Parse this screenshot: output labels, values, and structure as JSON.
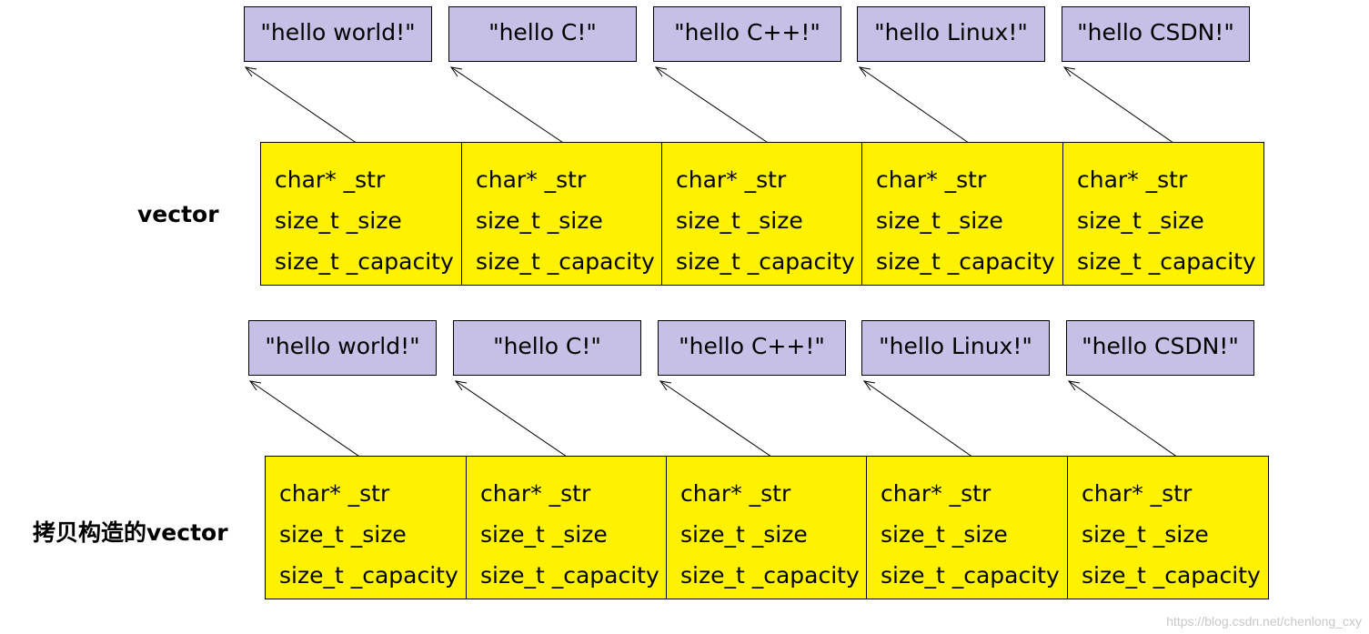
{
  "rows": [
    {
      "label": "vector",
      "strings": [
        "\"hello world!\"",
        "\"hello C!\"",
        "\"hello C++!\"",
        "\"hello Linux!\"",
        "\"hello CSDN!\""
      ],
      "cells": [
        {
          "line1": "char* _str",
          "line2": "size_t _size",
          "line3": "size_t _capacity"
        },
        {
          "line1": "char* _str",
          "line2": "size_t _size",
          "line3": "size_t _capacity"
        },
        {
          "line1": "char* _str",
          "line2": "size_t _size",
          "line3": "size_t _capacity"
        },
        {
          "line1": "char* _str",
          "line2": "size_t _size",
          "line3": "size_t _capacity"
        },
        {
          "line1": "char* _str",
          "line2": "size_t _size",
          "line3": "size_t _capacity"
        }
      ]
    },
    {
      "label": "拷贝构造的vector",
      "strings": [
        "\"hello world!\"",
        "\"hello C!\"",
        "\"hello C++!\"",
        "\"hello Linux!\"",
        "\"hello CSDN!\""
      ],
      "cells": [
        {
          "line1": "char* _str",
          "line2": "size_t _size",
          "line3": "size_t _capacity"
        },
        {
          "line1": "char* _str",
          "line2": "size_t _size",
          "line3": "size_t _capacity"
        },
        {
          "line1": "char* _str",
          "line2": "size_t _size",
          "line3": "size_t _capacity"
        },
        {
          "line1": "char* _str",
          "line2": "size_t _size",
          "line3": "size_t _capacity"
        },
        {
          "line1": "char* _str",
          "line2": "size_t _size",
          "line3": "size_t _capacity"
        }
      ]
    }
  ],
  "watermark": "https://blog.csdn.net/chenlong_cxy",
  "colors": {
    "string_box": "#c7c0e6",
    "cell": "#fff200",
    "border": "#000000",
    "arrow": "#000000"
  }
}
